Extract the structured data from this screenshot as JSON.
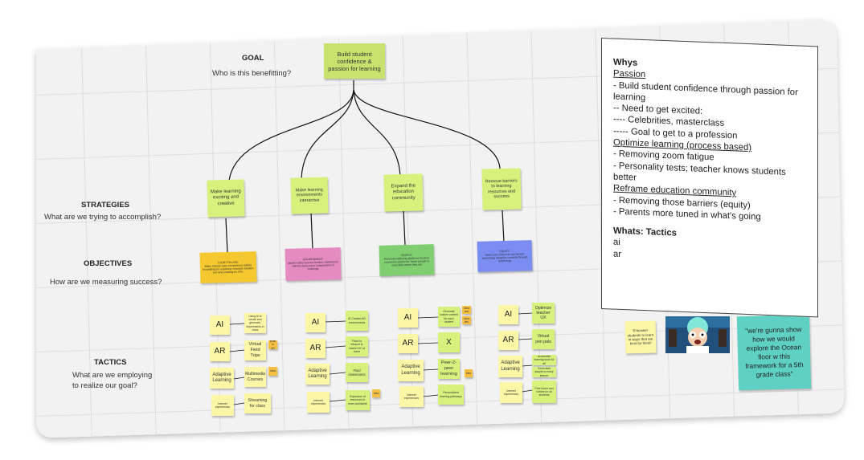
{
  "goal_section": {
    "label": "GOAL",
    "question": "Who is this benefitting?",
    "note": "Build student confidence & passion for learning"
  },
  "rows": {
    "strategies": {
      "label": "STRATEGIES",
      "question": "What are we trying to accomplish?"
    },
    "objectives": {
      "label": "OBJECTIVES",
      "question": "How are we measuring success?"
    },
    "tactics": {
      "label": "TACTICS",
      "question_line1": "What are we employing",
      "question_line2": "to realize our goal?"
    }
  },
  "strategies": [
    "Make learning exciting and creative",
    "Make learning environments interactive",
    "Expand the education community",
    "Remove barriers to learning resources and success"
  ],
  "objectives": [
    {
      "title": "STORYTELLING",
      "body": "Make mission (see competency tables) Storytelling for exploring concepts Student-led story making for URL"
    },
    {
      "title": "ENVIRONMENT",
      "body": "Mixed-reality spaces Outdoor classrooms AR/VR classrooms Independent of buildings"
    },
    {
      "title": "PEOPLE",
      "body": "Personal wellbeing platforms Student connection platforms Teach people to meet kids where they are"
    },
    {
      "title": "EQUITY",
      "body": "Make sure everyone can access technology Adaptive curricula through technology"
    }
  ],
  "tactics": {
    "key_ai": "AI",
    "key_ar": "AR",
    "key_x": "X",
    "col1": {
      "adaptive": "Adaptive Learning",
      "internet": "Internet experiences",
      "ai_note": "Using AI to create and generate, experiments in class",
      "ar_note": "Virtual Field Trips",
      "ar_side": "Build in AR",
      "adaptive_note": "Multimedia Courses",
      "adaptive_side": "Idea",
      "internet_note": "Streaming for class"
    },
    "col2": {
      "adaptive": "Adaptive Learning",
      "internet": "Internet experiences",
      "ai_note": "AI Created AR environments",
      "ar_note": "Place to teleport to maths DIY at home",
      "adaptive_note": "Fluid classrooms",
      "internet_note": "Expansion of resources to learn worldwide",
      "internet_side": "Idea"
    },
    "col3": {
      "adaptive": "Adaptive Learning",
      "internet": "Internet experiences",
      "ai_note": "Generate custom content for each student",
      "ai_side_1": "Idea one",
      "ai_side_2": "Idea two",
      "adaptive_note": "Peer-2-peer learning",
      "adaptive_side": "Idea",
      "internet_note": "Personalized learning pathways"
    },
    "col4": {
      "adaptive": "Adaptive Learning",
      "internet": "Internet experiences",
      "ai_note": "Optimize teacher UX",
      "ar_note": "Virtual pen pals",
      "adaptive_note_1": "Accessible learning tools for all",
      "adaptive_note_2": "Curriculum adapts to every learner",
      "internet_note": "Free tutors and hotline for all students"
    }
  },
  "side_notes": {
    "empower": "Empower students to learn in ways that are best for them!",
    "quote": "\"we're gunna show how we would explore the Ocean floor w this framework for a 5th grade class\""
  },
  "whys_panel": {
    "title": "Whys",
    "passion": "Passion",
    "passion_items": [
      "- Build student confidence through passion for",
      "learning",
      "-- Need to get excited:",
      "---- Celebrities, masterclass",
      "----- Goal to get to a profession"
    ],
    "optimize": "Optimize learning (process based)",
    "optimize_items": [
      "- Removing zoom fatigue",
      "- Personality tests; teacher knows students",
      "better"
    ],
    "reframe": "Reframe education community",
    "reframe_items": [
      "- Removing those barriers (equity)",
      "- Parents more tuned in what's going"
    ],
    "whats_title": "Whats: Tactics",
    "whats_items": [
      "ai",
      "ar"
    ]
  },
  "colors": {
    "board": "#f2f2f2",
    "grid": "#dedede",
    "sticky_yellow": "#fbf7a6",
    "sticky_lightgreen": "#d6f27d",
    "sticky_green": "#c7e36e",
    "obj_yellow": "#f4c82e",
    "obj_pink": "#e68ac2",
    "obj_green": "#7fcf71",
    "obj_blue": "#7b8cf2",
    "teal": "#5fd0c4",
    "orange_dot": "#f5c041"
  }
}
